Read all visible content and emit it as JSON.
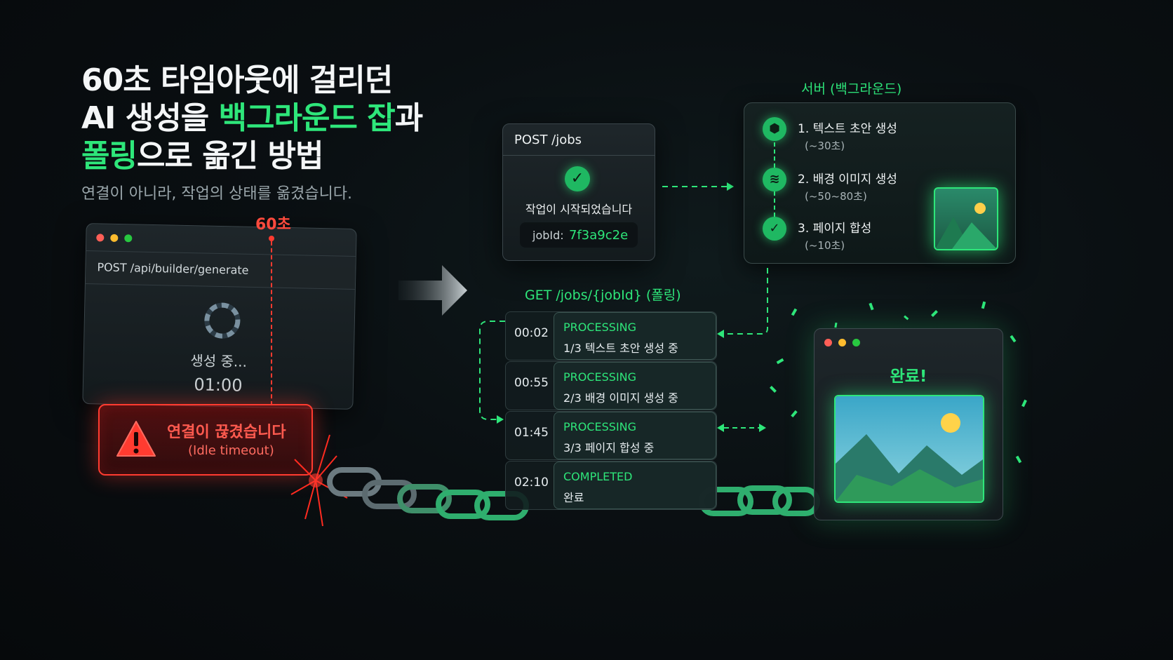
{
  "headline": {
    "line1": "60초 타임아웃에 걸리던",
    "line2_prefix": "AI 생성을 ",
    "line2_green": "백그라운드 잡",
    "line2_suffix": "과",
    "line3_green": "폴링",
    "line3_suffix": "으로 옮긴 방법"
  },
  "subtitle": "연결이 아니라, 작업의 상태를 옮겼습니다.",
  "old_flow": {
    "timeout_label": "60초",
    "endpoint": "POST /api/builder/generate",
    "loading_text": "생성 중...",
    "timer": "01:00",
    "error_title": "연결이 끊겼습니다",
    "error_detail": "(Idle timeout)"
  },
  "post_jobs": {
    "endpoint": "POST /jobs",
    "message": "작업이 시작되었습니다",
    "job_id_label": "jobId:",
    "job_id_value": "7f3a9c2e"
  },
  "server": {
    "title": "서버 (백그라운드)",
    "steps": [
      {
        "title": "1. 텍스트 초안 생성",
        "duration": "(~30초)",
        "icon": "cube-icon"
      },
      {
        "title": "2. 배경 이미지 생성",
        "duration": "(~50~80초)",
        "icon": "waveform-icon"
      },
      {
        "title": "3. 페이지 합성",
        "duration": "(~10초)",
        "icon": "check-icon"
      }
    ]
  },
  "polling": {
    "title": "GET /jobs/{jobId} (폴링)",
    "rows": [
      {
        "time": "00:02",
        "status": "PROCESSING",
        "desc": "1/3 텍스트 초안 생성 중"
      },
      {
        "time": "00:55",
        "status": "PROCESSING",
        "desc": "2/3 배경 이미지 생성 중"
      },
      {
        "time": "01:45",
        "status": "PROCESSING",
        "desc": "3/3 페이지 합성 중"
      },
      {
        "time": "02:10",
        "status": "COMPLETED",
        "desc": "완료"
      }
    ]
  },
  "result": {
    "title": "완료!"
  },
  "colors": {
    "accent_green": "#2ee67a",
    "error_red": "#ff3b30",
    "background": "#0a0f12"
  }
}
